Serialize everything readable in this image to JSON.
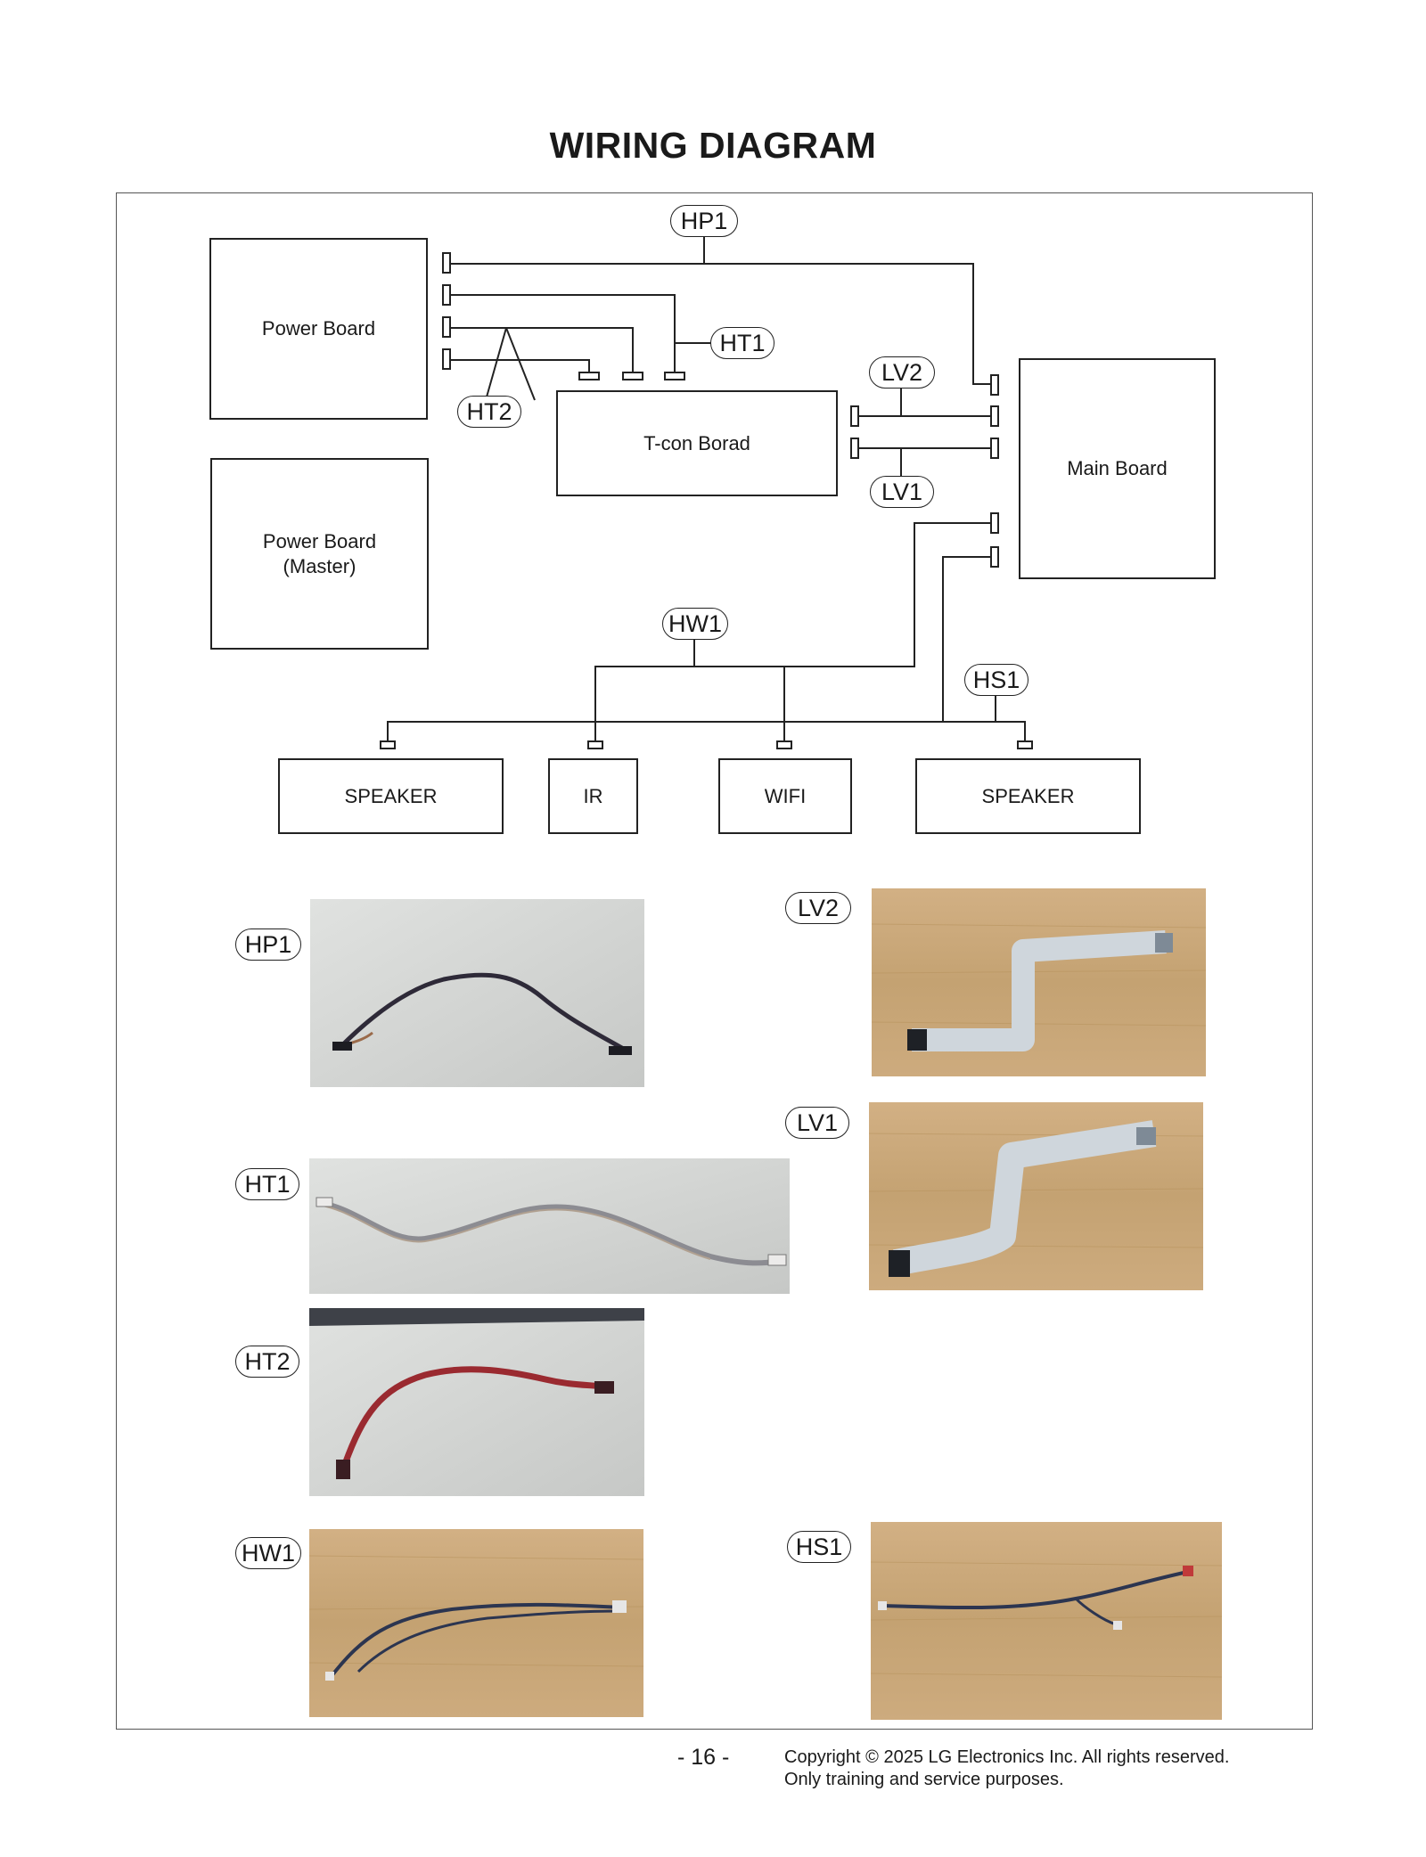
{
  "page": {
    "title": "WIRING DIAGRAM",
    "page_number": "- 16 -",
    "copyright_line1": "Copyright © 2025 LG Electronics Inc. All rights reserved.",
    "copyright_line2": "Only training and service purposes."
  },
  "blocks": {
    "power_board": "Power Board",
    "power_board_master": "Power Board\n(Master)",
    "tcon_board": "T-con Borad",
    "main_board": "Main Board",
    "speaker_left": "SPEAKER",
    "ir": "IR",
    "wifi": "WIFI",
    "speaker_right": "SPEAKER"
  },
  "cables": {
    "hp1": "HP1",
    "ht1": "HT1",
    "ht2": "HT2",
    "lv1": "LV1",
    "lv2": "LV2",
    "hw1": "HW1",
    "hs1": "HS1"
  },
  "colors": {
    "line": "#222222",
    "photo_gray_table": "#d2d4d2",
    "photo_wood_table": "#c9a77a",
    "ffc_silver": "#cfd6dc",
    "wire_dark": "#2e2a38",
    "wire_red": "#9a2a30",
    "wire_gray": "#8c8c92",
    "wire_navy": "#2c3550"
  },
  "photos": [
    {
      "cable": "HP1",
      "background": "photo_gray_table",
      "wire": "wire_dark"
    },
    {
      "cable": "LV2",
      "background": "photo_wood_table",
      "wire": "ffc_silver"
    },
    {
      "cable": "LV1",
      "background": "photo_wood_table",
      "wire": "ffc_silver"
    },
    {
      "cable": "HT1",
      "background": "photo_gray_table",
      "wire": "wire_gray"
    },
    {
      "cable": "HT2",
      "background": "photo_gray_table",
      "wire": "wire_red"
    },
    {
      "cable": "HW1",
      "background": "photo_wood_table",
      "wire": "wire_navy"
    },
    {
      "cable": "HS1",
      "background": "photo_wood_table",
      "wire": "wire_navy"
    }
  ]
}
